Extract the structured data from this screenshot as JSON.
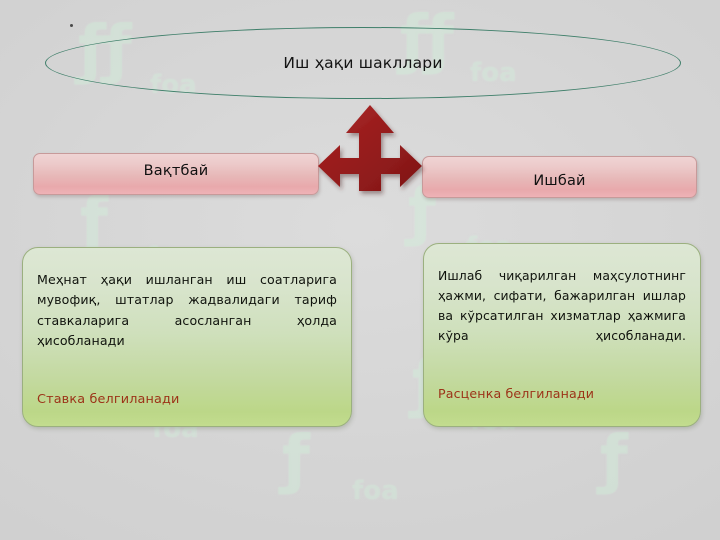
{
  "slide": {
    "title_ellipse": {
      "label": "Иш ҳақи шакллари"
    },
    "branches": [
      {
        "key": "left",
        "bar_label": "Вақтбай",
        "body": "Меҳнат ҳақи ишланган иш соатларига мувофиқ, штатлар жадвалидаги тариф ставкаларига асосланган ҳолда ҳисобланади",
        "accent": "Ставка белгиланади"
      },
      {
        "key": "right",
        "bar_label": "Ишбай",
        "body": "Ишлаб чиқарилган маҳсулотнинг ҳажми, сифати, бажарилган ишлар ва кўрсатилган хизматлар ҳажмига кўра ҳисобланади.",
        "accent": "Расценка белгиланади"
      }
    ],
    "connector": {
      "icon": "three-way-arrow-up-left-right",
      "directions": "up-left-right"
    },
    "watermarks": [
      {
        "text": "foa",
        "sub": ""
      },
      {
        "text": "foa",
        "sub": ""
      },
      {
        "text": "foa",
        "sub": ""
      },
      {
        "text": "foa",
        "sub": ""
      },
      {
        "text": "foa",
        "sub": ""
      },
      {
        "text": "foa",
        "sub": ""
      }
    ],
    "colors": {
      "background": "#d6d6d6",
      "ellipse_stroke": "#3f7f6a",
      "pink_bar_top": "#efd4d4",
      "pink_bar_bottom": "#e8a9ac",
      "green_panel_top": "#dde7d4",
      "green_panel_bottom": "#bcd788",
      "arrow_fill": "#9e1f1f",
      "accent_text": "#9c3318",
      "body_text": "#10130d"
    }
  }
}
